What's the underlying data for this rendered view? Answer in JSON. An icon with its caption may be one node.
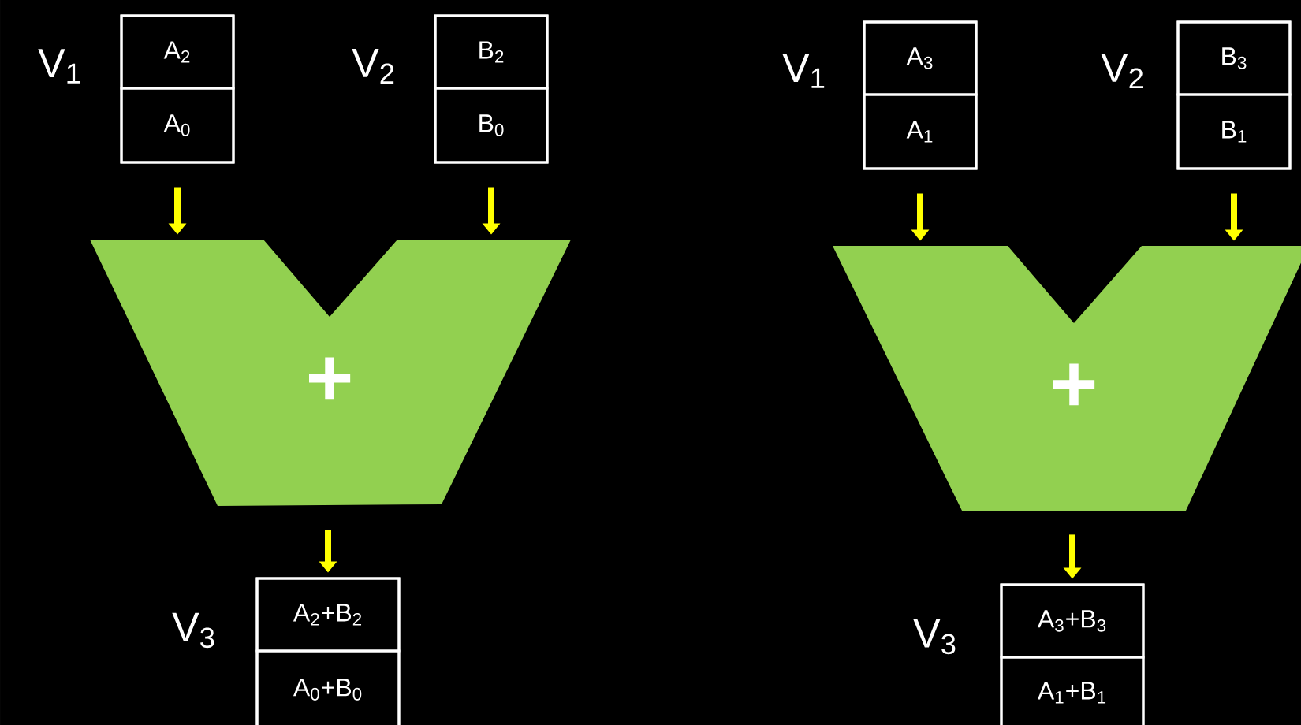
{
  "diagram": {
    "nodes": [
      {
        "text": [
          "V$_{1}$"
        ]
      },
      {
        "text": [
          "A$_{2}$"
        ],
        "in": 0
      },
      {
        "text": [
          "A$_{0}$"
        ],
        "in": 0
      },
      {
        "text": [
          "V$_{2}$"
        ]
      },
      {
        "text": [
          "B$_{2}$"
        ],
        "in": 3
      },
      {
        "text": [
          "B$_{0}$"
        ],
        "in": 3
      },
      {
        "text": [
          "+"
        ]
      },
      {
        "text": [
          "V$_{3}$"
        ]
      },
      {
        "text": [
          "A$_{2}$+B$_{2}$"
        ],
        "in": 7
      },
      {
        "text": [
          "A$_{0}$+B$_{0}$"
        ],
        "in": 7
      },
      {
        "text": [
          "V$_{1}$"
        ]
      },
      {
        "text": [
          "A$_{3}$"
        ],
        "in": 10
      },
      {
        "text": [
          "A$_{1}$"
        ],
        "in": 10
      },
      {
        "text": [
          "V$_{2}$"
        ]
      },
      {
        "text": [
          "B$_{3}$"
        ],
        "in": 13
      },
      {
        "text": [
          "B$_{1}$"
        ],
        "in": 13
      },
      {
        "text": [
          "+"
        ]
      },
      {
        "text": [
          "V$_{3}$"
        ]
      },
      {
        "text": [
          "A$_{3}$+B$_{3}$"
        ],
        "in": 17
      },
      {
        "text": [
          "A$_{1}$+B$_{1}$"
        ],
        "in": 17
      }
    ],
    "edges": [
      {
        "from": 0,
        "to": 6,
        "arrow": "to"
      },
      {
        "from": 3,
        "to": 6,
        "arrow": "to"
      },
      {
        "from": 6,
        "to": 7,
        "arrow": "to"
      },
      {
        "from": 10,
        "to": 16,
        "arrow": "to"
      },
      {
        "from": 13,
        "to": 16,
        "arrow": "to"
      },
      {
        "from": 16,
        "to": 17,
        "arrow": "to"
      }
    ]
  }
}
